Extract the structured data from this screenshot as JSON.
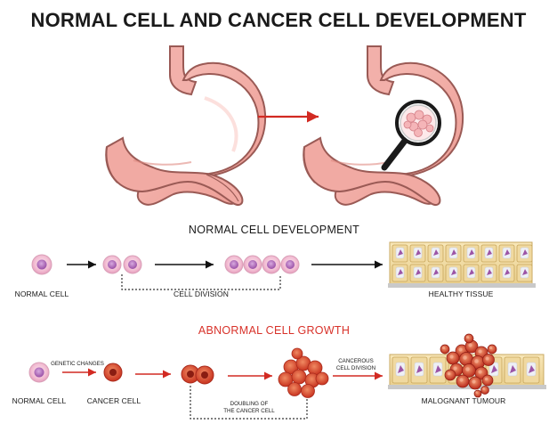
{
  "title": "NORMAL CELL AND CANCER CELL DEVELOPMENT",
  "normal_section": {
    "heading": "NORMAL CELL DEVELOPMENT",
    "labels": {
      "normal_cell": "NORMAL CELL",
      "cell_division": "CELL DIVISION",
      "healthy_tissue": "HEALTHY TISSUE"
    }
  },
  "abnormal_section": {
    "heading": "ABNORMAL CELL GROWTH",
    "labels": {
      "normal_cell": "NORMAL CELL",
      "genetic_changes": "GENETIC CHANGES",
      "cancer_cell": "CANCER CELL",
      "doubling_line1": "DOUBLING OF",
      "doubling_line2": "THE CANCER CELL",
      "cancerous_line1": "CANCEROUS",
      "cancerous_line2": "CELL DIVISION",
      "malignant_tumour": "MALOGNANT TUMOUR"
    }
  },
  "colors": {
    "heading_red": "#d8322a",
    "arrow_red": "#d22a22",
    "stomach": "#f2a9a3",
    "stomach_dark": "#e58a84",
    "cell_pink": "#f3c0d4",
    "nucleus_purple": "#a05aa8",
    "tissue": "#f3dfa8",
    "cancer_red": "#d2422e"
  },
  "icons": [
    "stomach-illustration",
    "magnifier-icon",
    "cell",
    "tissue-strip",
    "tumour-mass"
  ]
}
